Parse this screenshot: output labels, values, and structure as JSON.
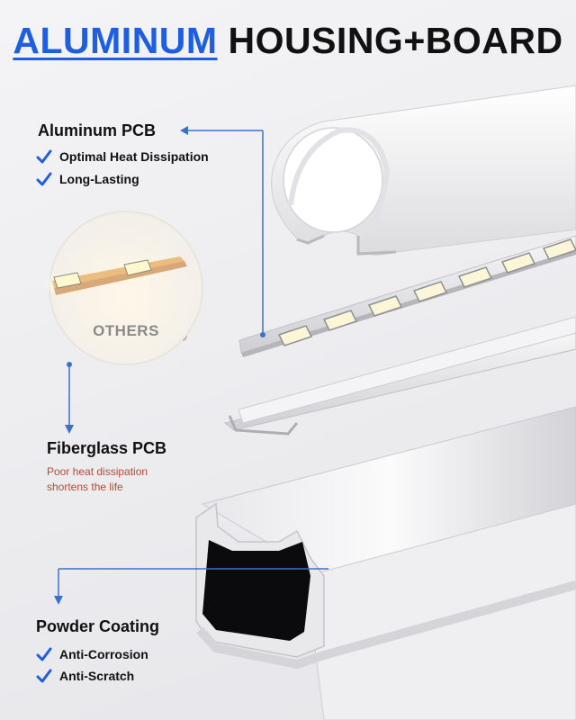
{
  "header": {
    "accent": "ALUMINUM",
    "rest": " HOUSING+BOARD"
  },
  "aluminum_pcb": {
    "title": "Aluminum PCB",
    "features": [
      "Optimal Heat Dissipation",
      "Long-Lasting"
    ]
  },
  "comparison": {
    "label": "OTHERS"
  },
  "fiberglass_pcb": {
    "title": "Fiberglass PCB",
    "note_lines": [
      "Poor heat dissipation",
      "shortens the life"
    ]
  },
  "powder_coating": {
    "title": "Powder Coating",
    "features": [
      "Anti-Corrosion",
      "Anti-Scratch"
    ]
  },
  "colors": {
    "accent": "#1e5ee0",
    "warning_text": "#b24a3a",
    "line": "#3a72c9"
  }
}
